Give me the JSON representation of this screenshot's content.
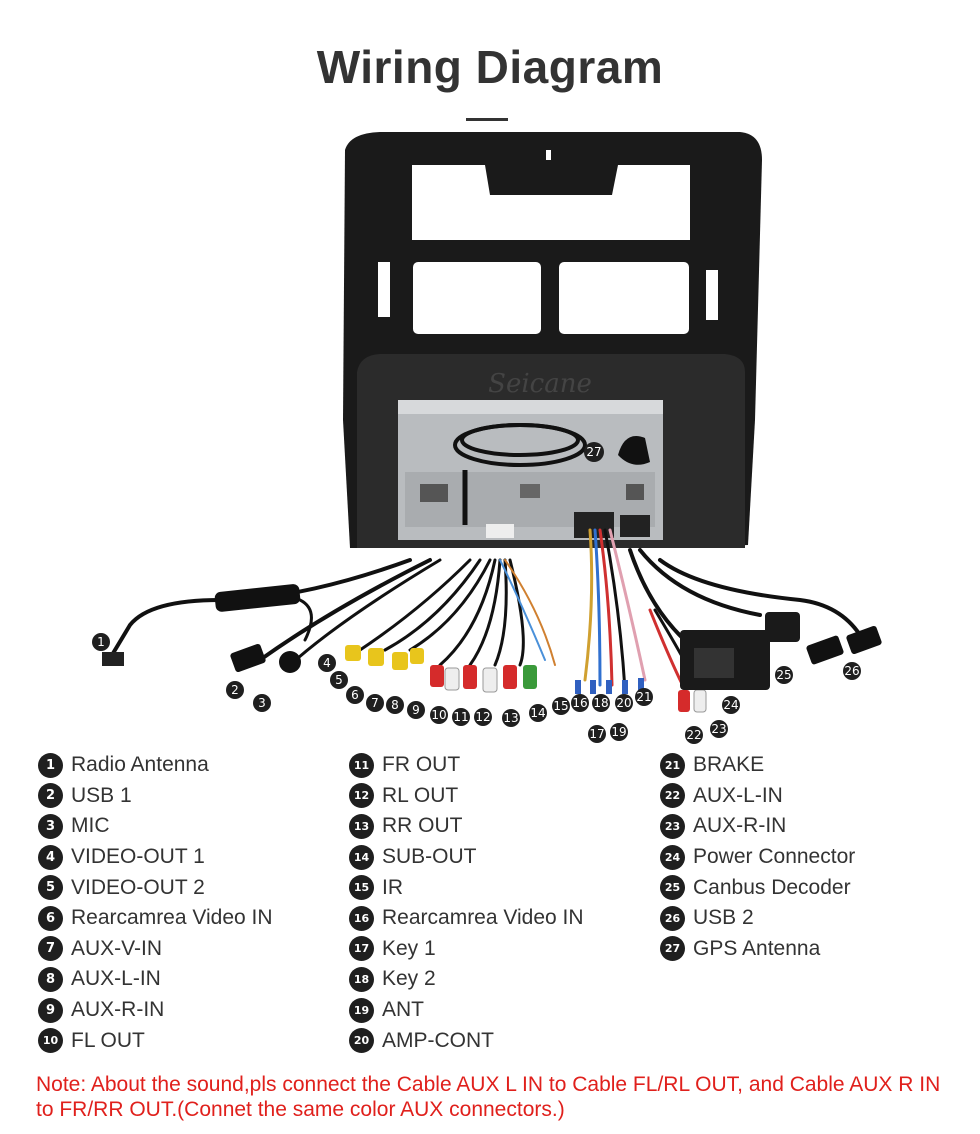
{
  "title": "Wiring Diagram",
  "watermark": "Seicane",
  "callouts": [
    "1",
    "2",
    "3",
    "4",
    "5",
    "6",
    "7",
    "8",
    "9",
    "10",
    "11",
    "12",
    "13",
    "14",
    "15",
    "16",
    "17",
    "18",
    "19",
    "20",
    "21",
    "22",
    "23",
    "24",
    "25",
    "26",
    "27"
  ],
  "legend": {
    "col1": [
      {
        "num": "1",
        "label": "Radio Antenna"
      },
      {
        "num": "2",
        "label": "USB 1"
      },
      {
        "num": "3",
        "label": "MIC"
      },
      {
        "num": "4",
        "label": "VIDEO-OUT 1"
      },
      {
        "num": "5",
        "label": "VIDEO-OUT 2"
      },
      {
        "num": "6",
        "label": "Rearcamrea Video IN"
      },
      {
        "num": "7",
        "label": "AUX-V-IN"
      },
      {
        "num": "8",
        "label": "AUX-L-IN"
      },
      {
        "num": "9",
        "label": "AUX-R-IN"
      },
      {
        "num": "10",
        "label": "FL OUT"
      }
    ],
    "col2": [
      {
        "num": "11",
        "label": "FR OUT"
      },
      {
        "num": "12",
        "label": "RL OUT"
      },
      {
        "num": "13",
        "label": "RR OUT"
      },
      {
        "num": "14",
        "label": "SUB-OUT"
      },
      {
        "num": "15",
        "label": "IR"
      },
      {
        "num": "16",
        "label": "Rearcamrea Video IN"
      },
      {
        "num": "17",
        "label": "Key 1"
      },
      {
        "num": "18",
        "label": "Key 2"
      },
      {
        "num": "19",
        "label": "ANT"
      },
      {
        "num": "20",
        "label": "AMP-CONT"
      }
    ],
    "col3": [
      {
        "num": "21",
        "label": "BRAKE"
      },
      {
        "num": "22",
        "label": "AUX-L-IN"
      },
      {
        "num": "23",
        "label": "AUX-R-IN"
      },
      {
        "num": "24",
        "label": "Power Connector"
      },
      {
        "num": "25",
        "label": "Canbus Decoder"
      },
      {
        "num": "26",
        "label": "USB 2"
      },
      {
        "num": "27",
        "label": "GPS Antenna"
      }
    ]
  },
  "note": "Note: About the sound,pls connect the Cable AUX L IN to Cable FL/RL OUT, and Cable AUX R IN to FR/RR OUT.(Connet the same color AUX connectors.)"
}
